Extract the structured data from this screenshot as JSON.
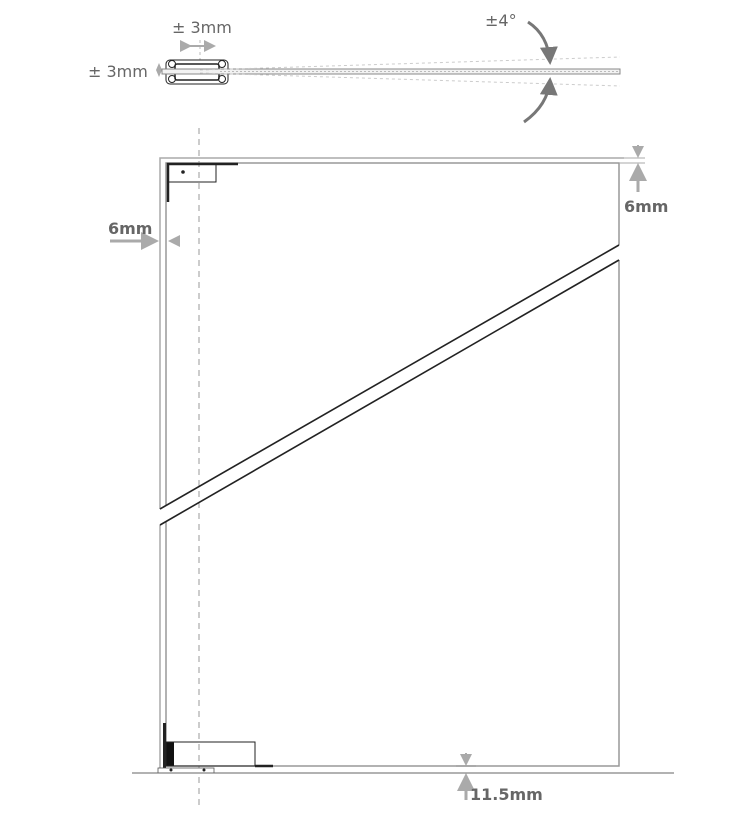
{
  "labels": {
    "horizontal_adjust": "± 3mm",
    "vertical_adjust": "± 3mm",
    "angle_adjust": "±4°",
    "side_gap": "6mm",
    "top_gap": "6mm",
    "floor_gap": "11.5mm"
  },
  "colors": {
    "line": "#222222",
    "dimension": "#999999",
    "frame": "#aaaaaa"
  }
}
